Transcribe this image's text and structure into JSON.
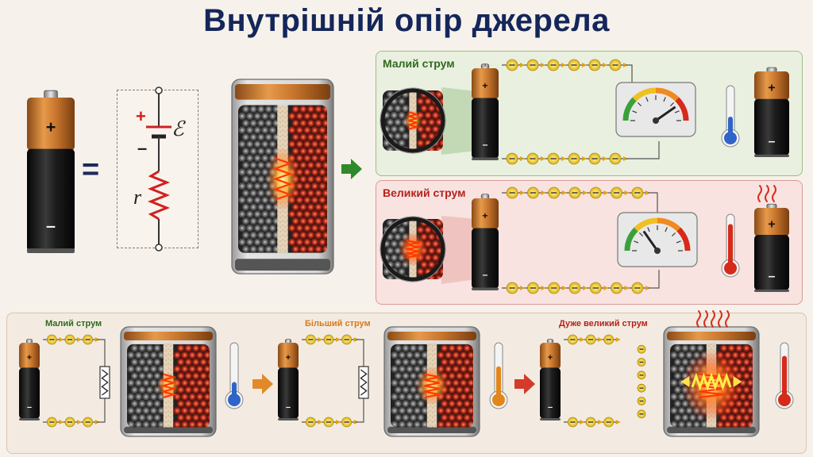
{
  "title": "Внутрішній опір джерела",
  "circuit": {
    "plus": "+",
    "minus": "–",
    "emf_symbol": "ℰ",
    "resistance_symbol": "r",
    "equals": "="
  },
  "battery_labels": {
    "plus": "+",
    "minus": "–"
  },
  "panels": {
    "small_current": {
      "label": "Малий струм"
    },
    "large_current": {
      "label": "Великий струм"
    }
  },
  "bottom": {
    "stages": [
      {
        "label": "Малий струм"
      },
      {
        "label": "Більший струм"
      },
      {
        "label": "Дуже великий струм"
      }
    ]
  },
  "colors": {
    "title": "#14265a",
    "green_label": "#2f6a1d",
    "red_label": "#b5221c",
    "orange_label": "#d9791a",
    "copper": "#c9772e",
    "battery_body": "#1c1c1c",
    "electron": "#f2d02a",
    "arrow_green": "#2e8a2a",
    "arrow_orange": "#e3892a",
    "arrow_red": "#d33b2b"
  }
}
